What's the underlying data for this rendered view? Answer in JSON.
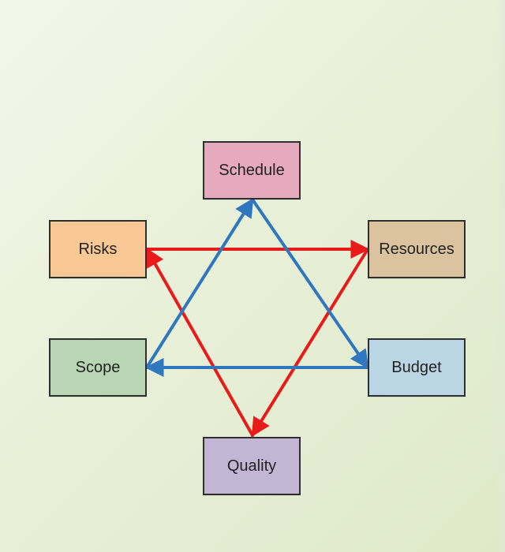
{
  "diagram": {
    "nodes": {
      "schedule": {
        "label": "Schedule",
        "color": "#e6a9bd"
      },
      "risks": {
        "label": "Risks",
        "color": "#f9c894"
      },
      "resources": {
        "label": "Resources",
        "color": "#dcc3a0"
      },
      "scope": {
        "label": "Scope",
        "color": "#b9d6b4"
      },
      "budget": {
        "label": "Budget",
        "color": "#bad5e4"
      },
      "quality": {
        "label": "Quality",
        "color": "#c3b5d4"
      }
    },
    "edges": [
      {
        "from": "risks",
        "to": "resources",
        "color": "#e81a1a"
      },
      {
        "from": "resources",
        "to": "quality",
        "color": "#e81a1a"
      },
      {
        "from": "quality",
        "to": "risks",
        "color": "#e81a1a"
      },
      {
        "from": "schedule",
        "to": "budget",
        "color": "#2f78bf"
      },
      {
        "from": "budget",
        "to": "scope",
        "color": "#2f78bf"
      },
      {
        "from": "scope",
        "to": "schedule",
        "color": "#2f78bf"
      }
    ]
  }
}
